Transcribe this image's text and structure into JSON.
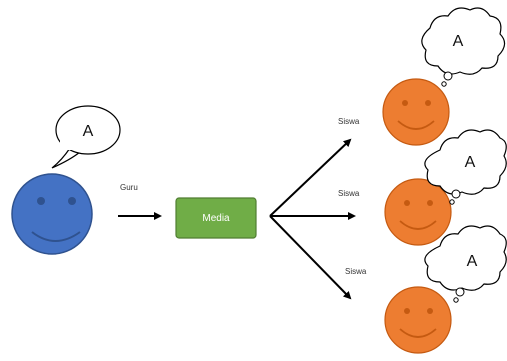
{
  "colors": {
    "teacher_face": "#4472C4",
    "teacher_face_stroke": "#2F528F",
    "student_face": "#ED7D31",
    "student_face_stroke": "#C55A11",
    "media_box": "#70AD47",
    "media_box_stroke": "#507E32",
    "arrow": "#000000",
    "bubble_stroke": "#000000"
  },
  "teacher": {
    "label": "Guru",
    "icon": "smiley-face-icon",
    "speech_bubble": "A"
  },
  "media": {
    "label": "Media"
  },
  "students": [
    {
      "label": "Siswa",
      "icon": "smiley-face-icon",
      "thought_bubble": "A"
    },
    {
      "label": "Siswa",
      "icon": "smiley-face-icon",
      "thought_bubble": "A"
    },
    {
      "label": "Siswa",
      "icon": "smiley-face-icon",
      "thought_bubble": "A"
    }
  ]
}
